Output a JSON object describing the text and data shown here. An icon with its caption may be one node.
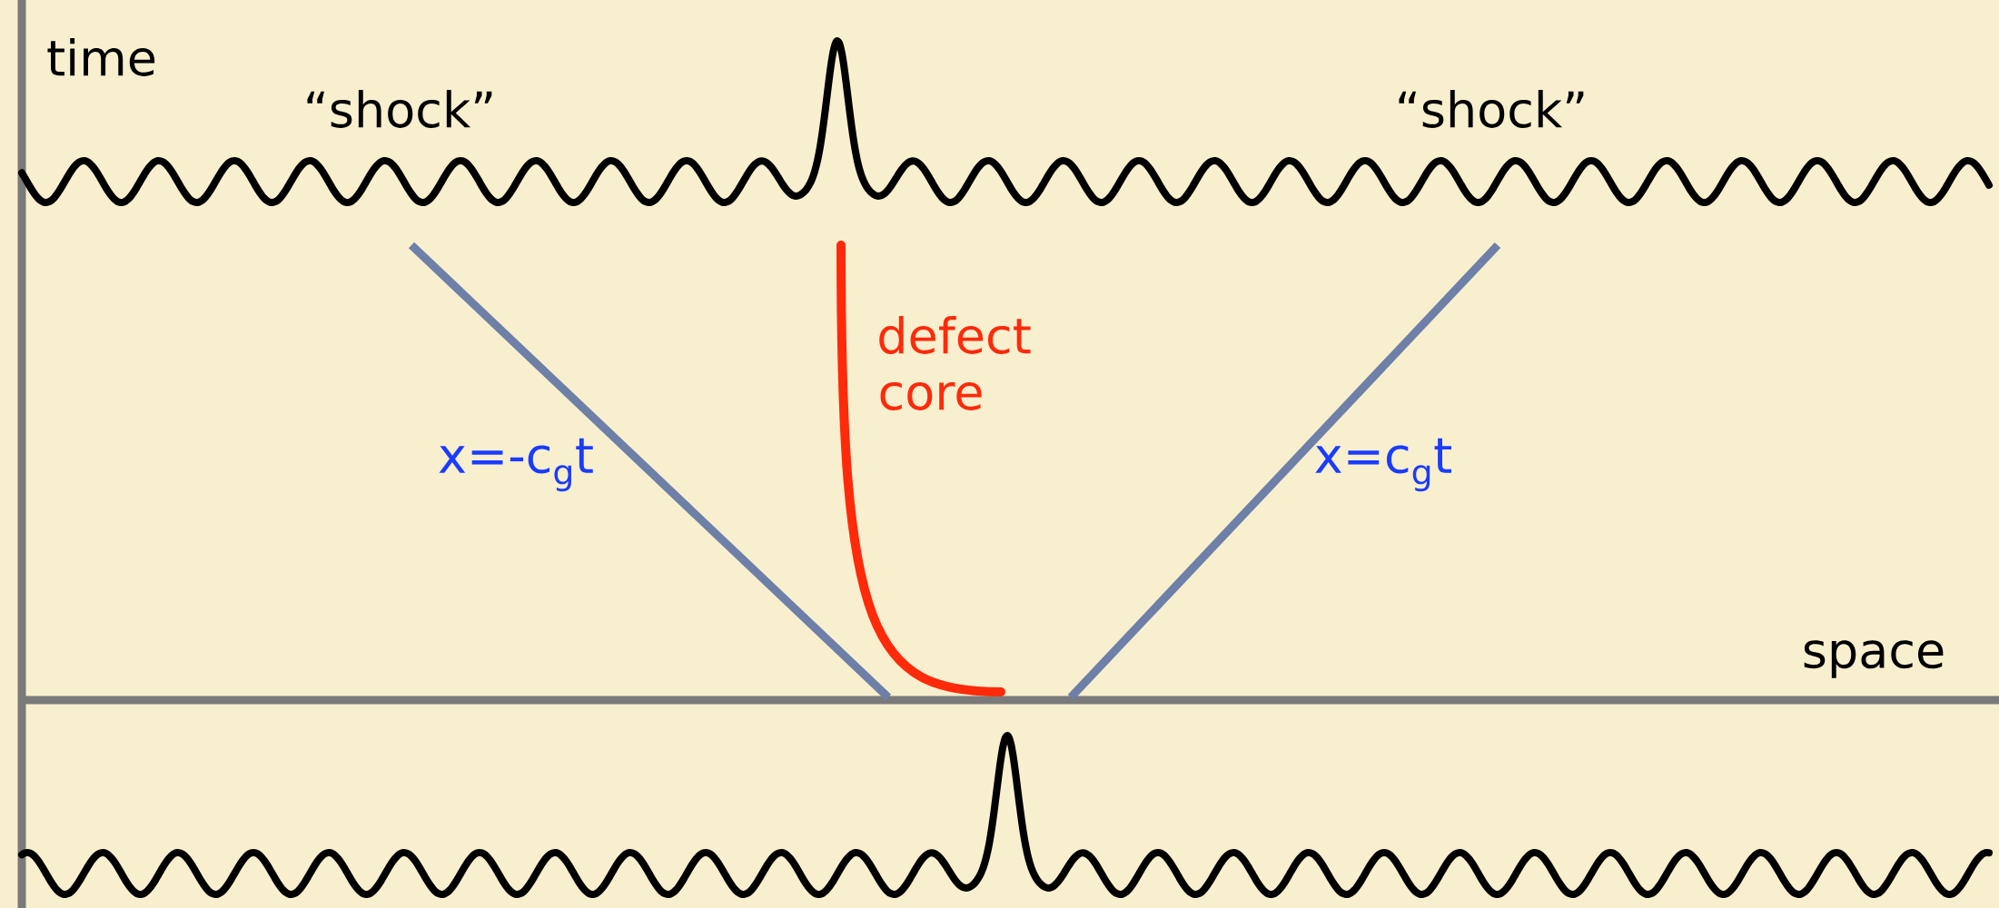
{
  "diagram": {
    "labels": [
      "time",
      "“shock”",
      "“shock”",
      "defect core",
      "x=-c$_{g}$t",
      "x=c$_{g}$t",
      "space"
    ]
  }
}
